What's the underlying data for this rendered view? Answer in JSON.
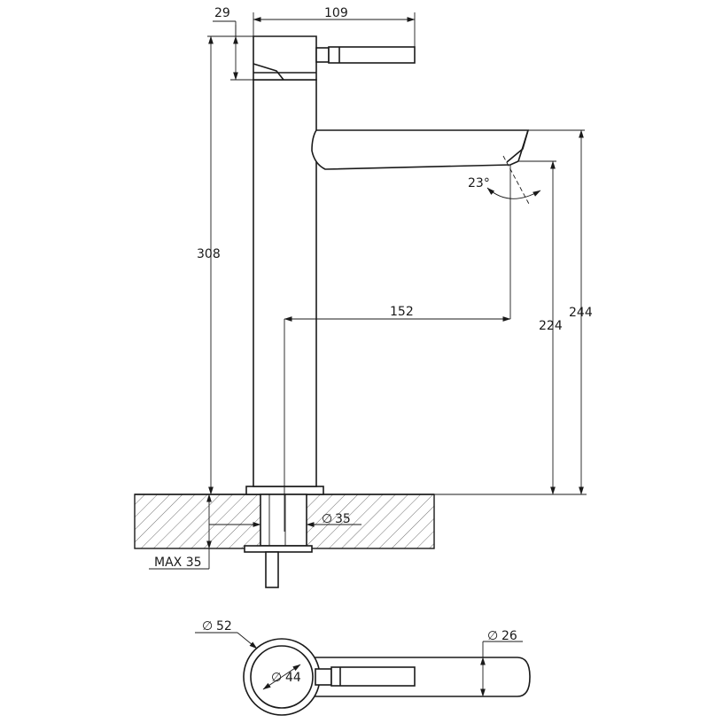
{
  "dimensions": {
    "handle_offset": "29",
    "handle_length": "109",
    "total_height": "308",
    "spout_height": "244",
    "outlet_height": "224",
    "spout_reach": "152",
    "outlet_angle": "23°",
    "hole_diameter": "35",
    "max_thickness": "MAX 35",
    "base_diameter": "52",
    "body_diameter": "44",
    "spout_width": "26"
  },
  "symbols": {
    "diameter": "∅"
  },
  "colors": {
    "line": "#1a1a1a",
    "background": "#ffffff"
  }
}
